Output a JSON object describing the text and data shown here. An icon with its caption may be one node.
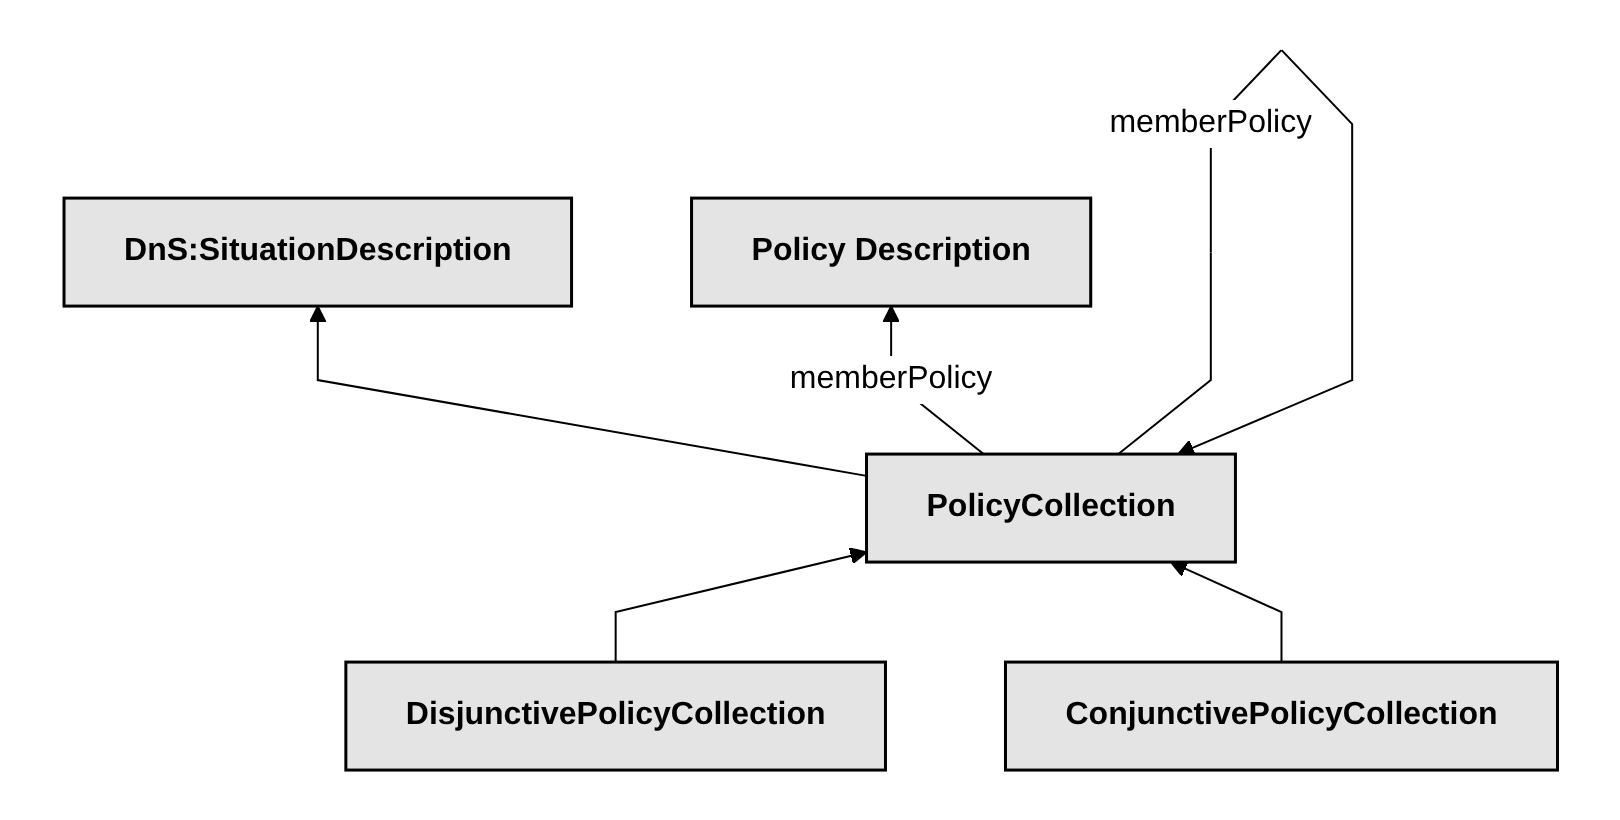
{
  "diagram": {
    "nodes": [
      {
        "text": [
          "DnS:SituationDescription"
        ]
      },
      {
        "text": [
          "PolicyCollection"
        ]
      },
      {
        "text": [
          "Policy Description"
        ]
      },
      {
        "text": [
          "DisjunctivePolicyCollection"
        ]
      },
      {
        "text": [
          "ConjunctivePolicyCollection"
        ]
      }
    ],
    "edges": [
      {
        "from": 1,
        "to": 0,
        "arrow": "to"
      },
      {
        "from": 1,
        "to": 1,
        "label": "memberPolicy",
        "arrow": "to"
      },
      {
        "from": 1,
        "to": 2,
        "label": "memberPolicy",
        "arrow": "to"
      },
      {
        "from": 3,
        "to": 1,
        "arrow": "to"
      },
      {
        "from": 4,
        "to": 1,
        "arrow": "to"
      }
    ]
  }
}
